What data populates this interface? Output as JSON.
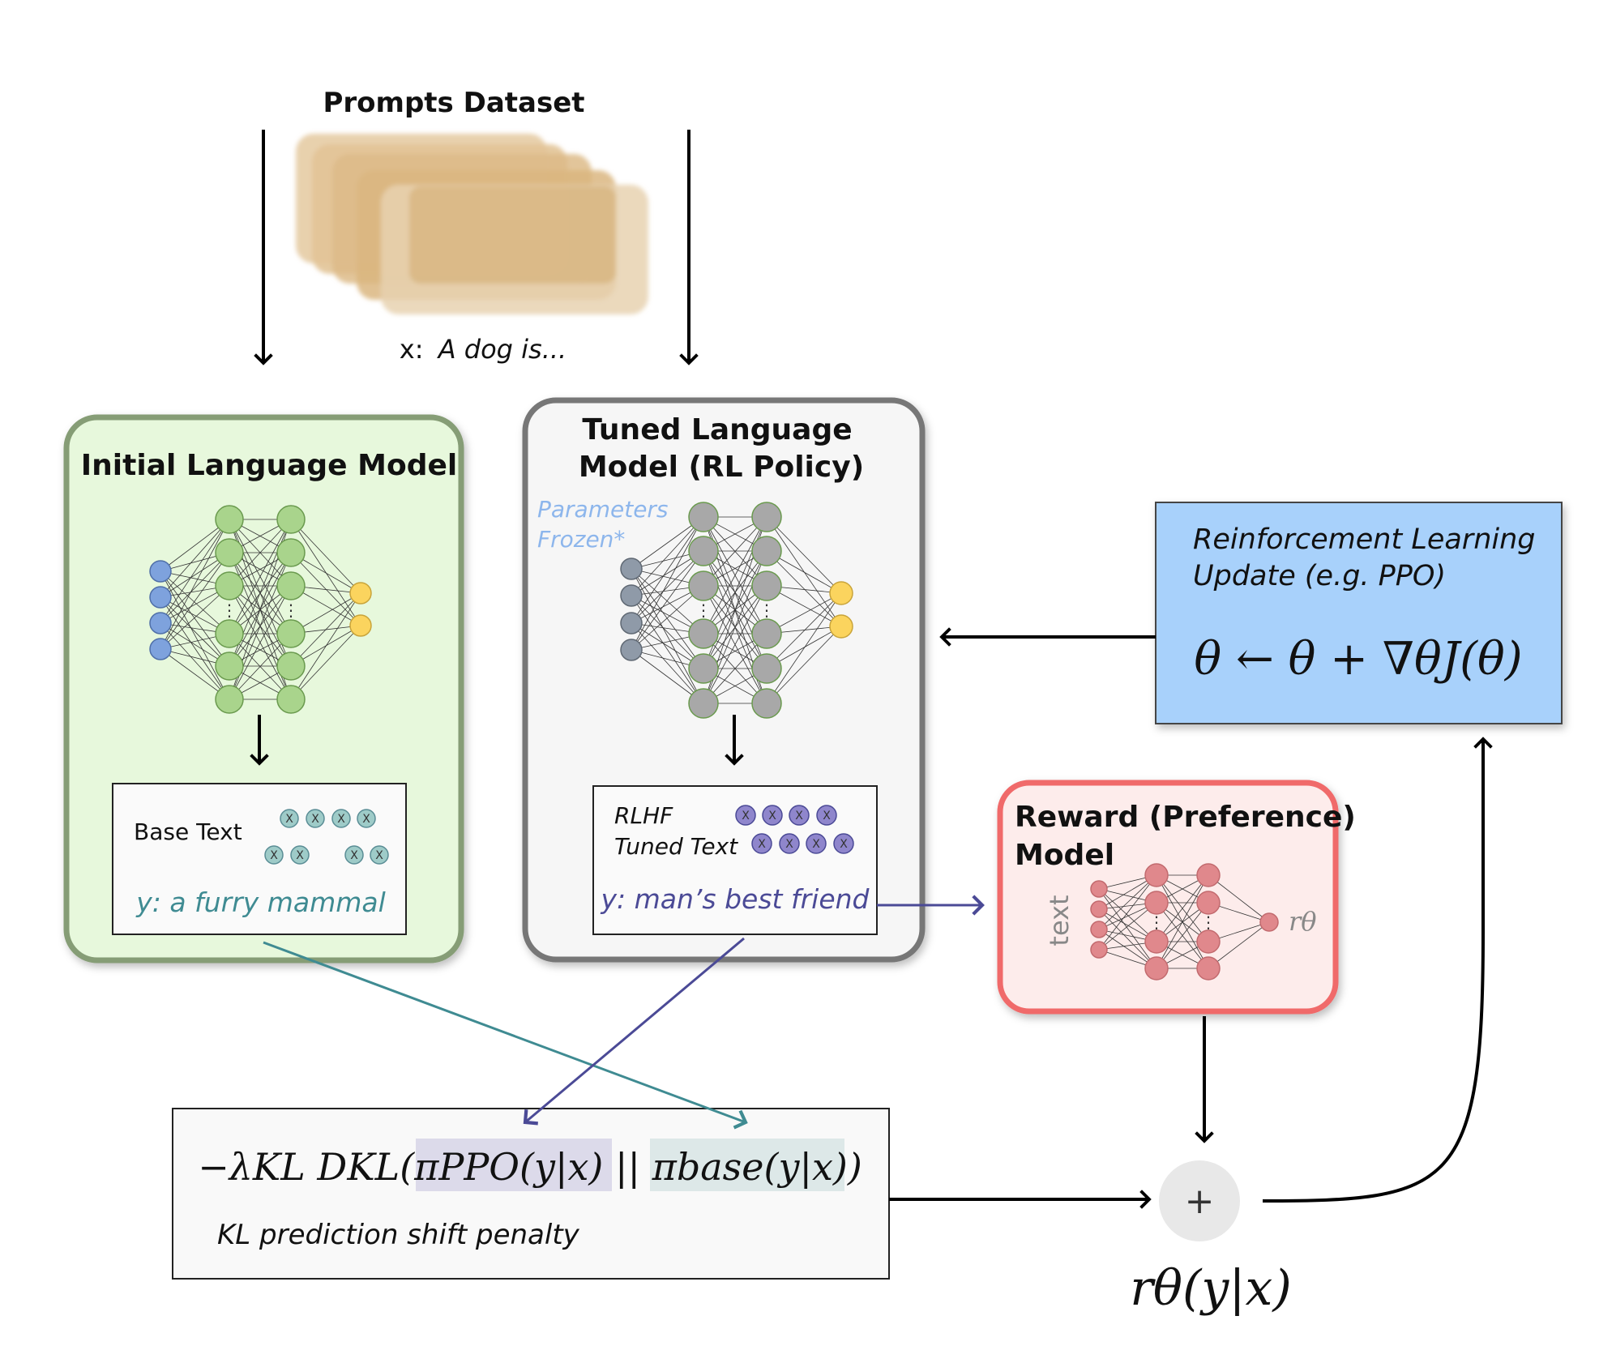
{
  "prompts": {
    "title": "Prompts Dataset",
    "example_prefix": "x:",
    "example_text": "A dog is..."
  },
  "initial_model": {
    "title": "Initial Language Model",
    "output_label": "Base Text",
    "output_example": "y: a furry mammal"
  },
  "tuned_model": {
    "title_line1": "Tuned Language",
    "title_line2": "Model (RL Policy)",
    "frozen_line1": "Parameters",
    "frozen_line2": "Frozen*",
    "output_label_line1": "RLHF",
    "output_label_line2": "Tuned Text",
    "output_example": "y: man’s best friend"
  },
  "rl_update": {
    "title_line1": "Reinforcement Learning",
    "title_line2": "Update (e.g. PPO)",
    "formula": "θ ← θ + ∇θJ(θ)"
  },
  "reward_model": {
    "title_line1": "Reward (Preference)",
    "title_line2": "Model",
    "input_label": "text",
    "output_label": "rθ"
  },
  "kl_penalty": {
    "formula": "−λKL DKL(πPPO(y|x) || πbase(y|x))",
    "caption": "KL prediction shift penalty"
  },
  "sum_node": {
    "symbol": "+",
    "label": "rθ(y|x)"
  },
  "token_glyph": "X",
  "colors": {
    "initial_box_fill": "#e7f8dc",
    "initial_box_border": "#869d76",
    "tuned_box_fill": "#f6f6f6",
    "tuned_box_border": "#777777",
    "rl_box_fill": "#a8d1fb",
    "reward_box_fill": "#fdeceb",
    "reward_box_border": "#f06a6a",
    "teal_arrow": "#3f8b92",
    "purple_arrow": "#4b4a96",
    "frozen_text": "#8db6ec"
  }
}
